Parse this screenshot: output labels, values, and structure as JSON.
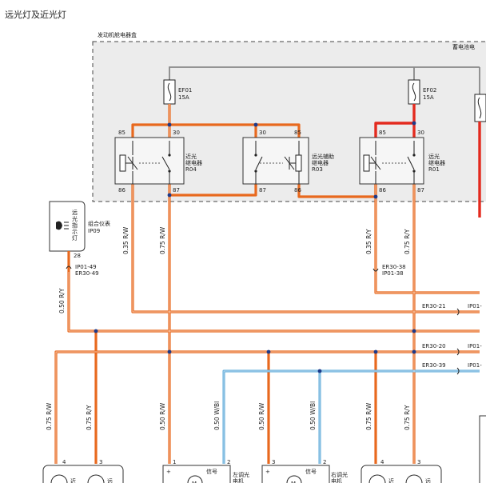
{
  "title": "远光灯及近光灯",
  "engine_box_label": "发动机舱电器盒",
  "battery_label": "蓄电池电",
  "fuses": [
    {
      "id": "EF01",
      "rating": "15A"
    },
    {
      "id": "EF02",
      "rating": "15A"
    }
  ],
  "relays": [
    {
      "name": "近光\n继电器",
      "code": "R04",
      "pins": [
        "85",
        "30",
        "86",
        "87"
      ]
    },
    {
      "name": "远光辅助\n继电器",
      "code": "R03",
      "pins": [
        "30",
        "85",
        "87",
        "86"
      ]
    },
    {
      "name": "远光\n继电器",
      "code": "R01",
      "pins": [
        "85",
        "30",
        "86",
        "87"
      ]
    }
  ],
  "indicator": {
    "label": "远\n光\n指\n示\n灯",
    "cluster": "组合仪表",
    "code": "IP09",
    "pin": "28"
  },
  "splices": [
    {
      "a": "IP01-49",
      "b": "ER30-49"
    },
    {
      "a": "ER30-38",
      "b": "IP01-38"
    }
  ],
  "connector_rows": [
    {
      "left": "ER30-21",
      "right": "IP01-"
    },
    {
      "left": "ER30-20",
      "right": "IP01-"
    },
    {
      "left": "ER30-39",
      "right": "IP01-"
    }
  ],
  "wire_labels": [
    "0.35  R/W",
    "0.75  R/W",
    "0.35  R/Y",
    "0.75  R/Y",
    "0.50  R/Y",
    "0.75  R/W",
    "0.75  R/Y",
    "0.50  R/W",
    "0.50  W/Bl",
    "0.50  R/W",
    "0.50  W/Bl",
    "0.75  R/W",
    "0.75  R/Y"
  ],
  "bottom_pins": [
    "4",
    "3",
    "1",
    "2",
    "3",
    "2",
    "4",
    "3"
  ],
  "motors": [
    {
      "signal": "信号",
      "name": "左调光\n电机"
    },
    {
      "signal": "信号",
      "name": "右调光\n电机"
    }
  ],
  "lamp_labels": [
    "近",
    "远",
    "近",
    "远"
  ],
  "colors": {
    "orange": "#e8691e",
    "red": "#e32a1e",
    "blue": "#5aa8d8",
    "box_fill": "#ececec",
    "junction": "#1d3a8a"
  }
}
